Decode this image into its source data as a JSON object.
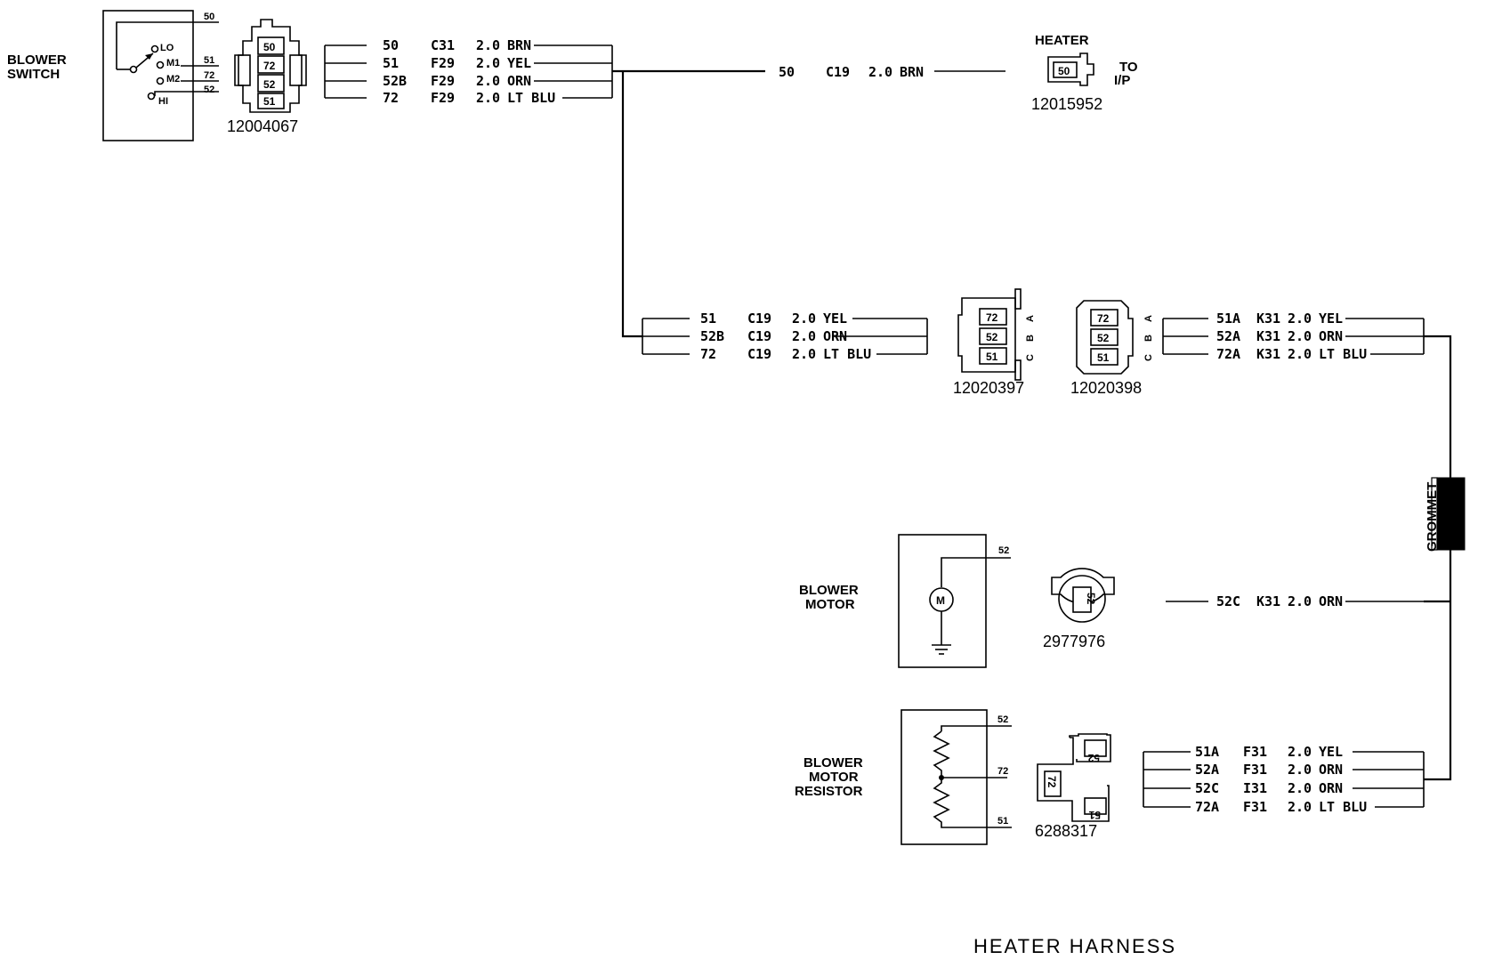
{
  "title": "HEATER HARNESS",
  "blower_switch": {
    "label_line1": "BLOWER",
    "label_line2": "SWITCH",
    "positions": [
      "LO",
      "M1",
      "M2",
      "HI"
    ],
    "circuits": [
      "50",
      "51",
      "72",
      "52"
    ],
    "connector_part": "12004067",
    "connector_pins": [
      "50",
      "72",
      "52",
      "51"
    ]
  },
  "switch_wires": [
    {
      "circuit": "50",
      "location": "C31",
      "size": "2.0",
      "color": "BRN"
    },
    {
      "circuit": "51",
      "location": "F29",
      "size": "2.0",
      "color": "YEL"
    },
    {
      "circuit": "52B",
      "location": "F29",
      "size": "2.0",
      "color": "ORN"
    },
    {
      "circuit": "72",
      "location": "F29",
      "size": "2.0",
      "color": "LT BLU"
    }
  ],
  "heater": {
    "label": "HEATER",
    "wire": {
      "circuit": "50",
      "location": "C19",
      "size": "2.0",
      "color": "BRN"
    },
    "pin": "50",
    "to_line1": "TO",
    "to_line2": "I/P",
    "part": "12015952"
  },
  "inline_wires": [
    {
      "circuit": "51",
      "location": "C19",
      "size": "2.0",
      "color": "YEL"
    },
    {
      "circuit": "52B",
      "location": "C19",
      "size": "2.0",
      "color": "ORN"
    },
    {
      "circuit": "72",
      "location": "C19",
      "size": "2.0",
      "color": "LT BLU"
    }
  ],
  "inline_connector_a": {
    "part": "12020397",
    "pins": [
      "72",
      "52",
      "51"
    ],
    "cavities": [
      "A",
      "B",
      "C"
    ]
  },
  "inline_connector_b": {
    "part": "12020398",
    "pins": [
      "72",
      "52",
      "51"
    ],
    "cavities": [
      "A",
      "B",
      "C"
    ]
  },
  "engine_wires": [
    {
      "circuit": "51A",
      "location": "K31",
      "size": "2.0",
      "color": "YEL"
    },
    {
      "circuit": "52A",
      "location": "K31",
      "size": "2.0",
      "color": "ORN"
    },
    {
      "circuit": "72A",
      "location": "K31",
      "size": "2.0",
      "color": "LT BLU"
    }
  ],
  "grommet": {
    "label": "GROMMET"
  },
  "blower_motor": {
    "label_line1": "BLOWER",
    "label_line2": "MOTOR",
    "symbol": "M",
    "circuit": "52",
    "connector_pin": "52",
    "part": "2977976",
    "wire": {
      "circuit": "52C",
      "location": "K31",
      "size": "2.0",
      "color": "ORN"
    }
  },
  "resistor": {
    "label_line1": "BLOWER",
    "label_line2": "MOTOR",
    "label_line3": "RESISTOR",
    "circuits": [
      "52",
      "72",
      "51"
    ],
    "connector_pins": [
      "52",
      "72",
      "51"
    ],
    "part": "6288317"
  },
  "resistor_wires": [
    {
      "circuit": "51A",
      "location": "F31",
      "size": "2.0",
      "color": "YEL"
    },
    {
      "circuit": "52A",
      "location": "F31",
      "size": "2.0",
      "color": "ORN"
    },
    {
      "circuit": "52C",
      "location": "I31",
      "size": "2.0",
      "color": "ORN"
    },
    {
      "circuit": "72A",
      "location": "F31",
      "size": "2.0",
      "color": "LT BLU"
    }
  ]
}
